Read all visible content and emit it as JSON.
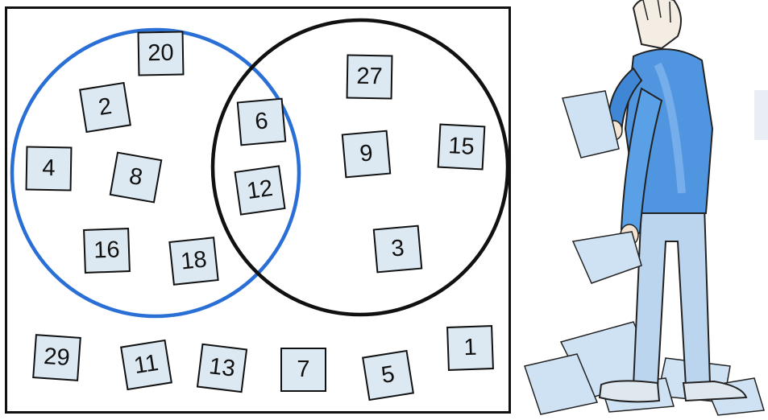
{
  "colors": {
    "set_a_circle": "#2a6fd6",
    "set_b_circle": "#111111",
    "card_fill": "#dde9f2",
    "card_border": "#111111"
  },
  "venn": {
    "set_a_only": [
      "20",
      "2",
      "4",
      "8",
      "16",
      "18"
    ],
    "intersection": [
      "6",
      "12"
    ],
    "set_b_only": [
      "27",
      "9",
      "15",
      "3"
    ],
    "outside": [
      "29",
      "11",
      "13",
      "7",
      "5",
      "1"
    ]
  },
  "illustration": {
    "subject": "boy holding paper cards, standing among scattered papers",
    "icon": "person-figure"
  }
}
